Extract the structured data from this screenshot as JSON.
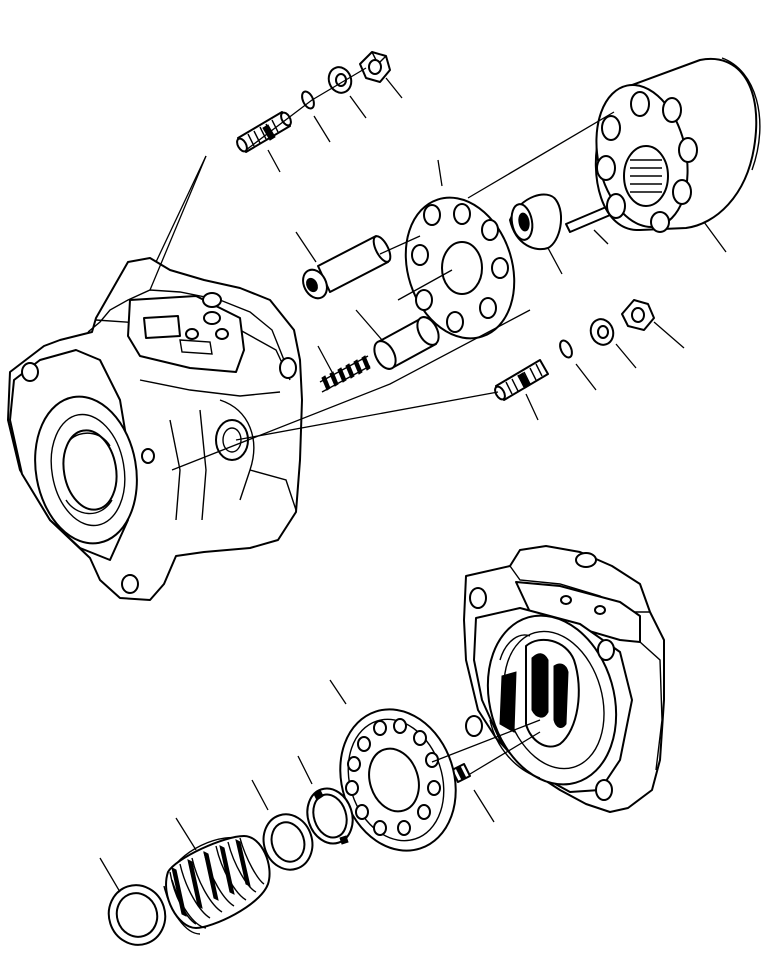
{
  "diagram": {
    "kind": "exploded-parts-view",
    "colors": {
      "line": "#000000",
      "background": "#ffffff"
    },
    "parts": [
      "upper-stud",
      "upper-o-ring",
      "upper-washer",
      "upper-nut",
      "piston",
      "spacer-sleeve",
      "spring-small",
      "valve-plate",
      "spherical-bushing",
      "pin",
      "cylinder-block",
      "lower-stud",
      "lower-o-ring",
      "lower-washer",
      "lower-nut",
      "pump-housing",
      "end-cap-housing",
      "dowel-pin",
      "port-plate",
      "snap-ring",
      "shim",
      "large-spring",
      "thrust-washer"
    ],
    "callouts": [
      "callout-upper-stud",
      "callout-upper-o-ring",
      "callout-upper-washer",
      "callout-upper-nut",
      "callout-valve-plate",
      "callout-piston",
      "callout-valve-plate-center",
      "callout-spacer-sleeve",
      "callout-spring-small",
      "callout-spherical-bushing",
      "callout-pin",
      "callout-cylinder-block",
      "callout-lower-stud",
      "callout-lower-o-ring",
      "callout-lower-washer",
      "callout-lower-nut",
      "callout-port-plate",
      "callout-snap-ring",
      "callout-shim",
      "callout-large-spring",
      "callout-thrust-washer",
      "callout-dowel-pin"
    ]
  }
}
